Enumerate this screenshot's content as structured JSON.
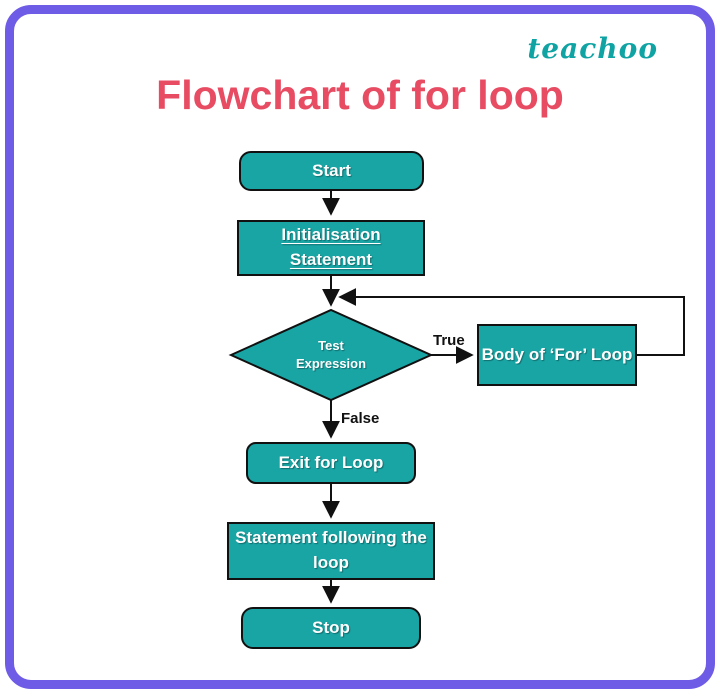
{
  "logo": "teachoo",
  "title": "Flowchart of for loop",
  "colors": {
    "accent_teal": "#1AA5A5",
    "title_pink": "#E74C63",
    "border_purple": "#6E5BE6",
    "connector_black": "#111111"
  },
  "flowchart": {
    "nodes": {
      "start": "Start",
      "initialisation": "Initialisation Statement",
      "test": "Test Expression",
      "body": "Body of ‘For’ Loop",
      "exit": "Exit for Loop",
      "statement": "Statement following the loop",
      "stop": "Stop"
    },
    "edge_labels": {
      "true": "True",
      "false": "False"
    }
  }
}
